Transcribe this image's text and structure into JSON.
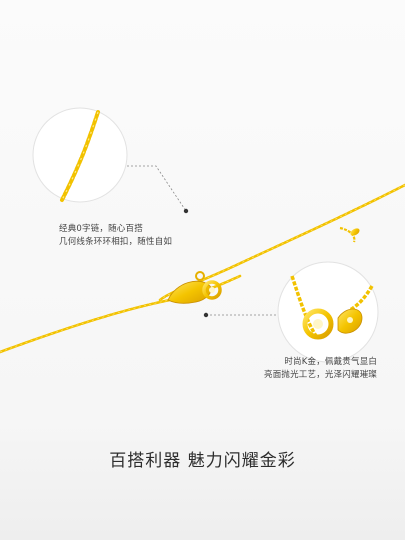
{
  "callouts": {
    "left": {
      "line1": "经典0字链，随心百搭",
      "line2": "几何线条环环相扣，随性自如"
    },
    "right": {
      "line1": "时尚K金，佩戴贵气显白",
      "line2": "亮面抛光工艺，光泽闪耀璀璨"
    }
  },
  "headline": "百搭利器 魅力闪耀金彩",
  "colors": {
    "gold": "#f2c200",
    "gold_dark": "#d99e00",
    "gold_light": "#ffe566",
    "background": "#f7f7f7",
    "text": "#333333"
  }
}
